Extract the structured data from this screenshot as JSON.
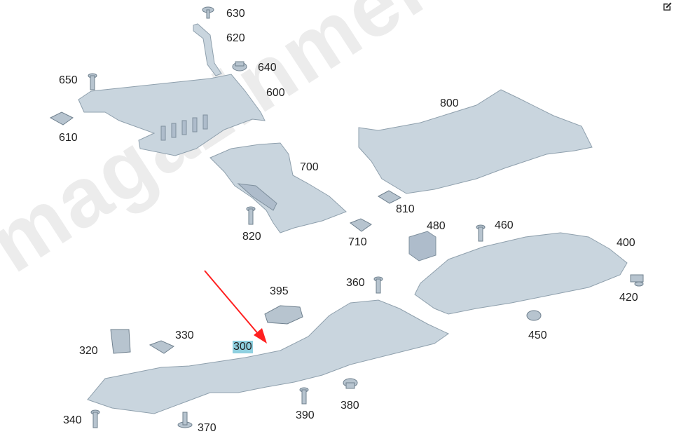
{
  "watermark": "magazinmercedes.ru",
  "edit_icon": "edit-icon",
  "highlighted_part": "300",
  "labels": {
    "p630": "630",
    "p620": "620",
    "p640": "640",
    "p650": "650",
    "p600": "600",
    "p610": "610",
    "p800": "800",
    "p700": "700",
    "p810": "810",
    "p480": "480",
    "p460": "460",
    "p820": "820",
    "p710": "710",
    "p400": "400",
    "p360": "360",
    "p395": "395",
    "p420": "420",
    "p330": "330",
    "p450": "450",
    "p320": "320",
    "p300": "300",
    "p380": "380",
    "p390": "390",
    "p340": "340",
    "p370": "370"
  },
  "colors": {
    "highlight": "#8fd0e0",
    "arrow": "#ff2020",
    "part": "#c9d5de"
  }
}
